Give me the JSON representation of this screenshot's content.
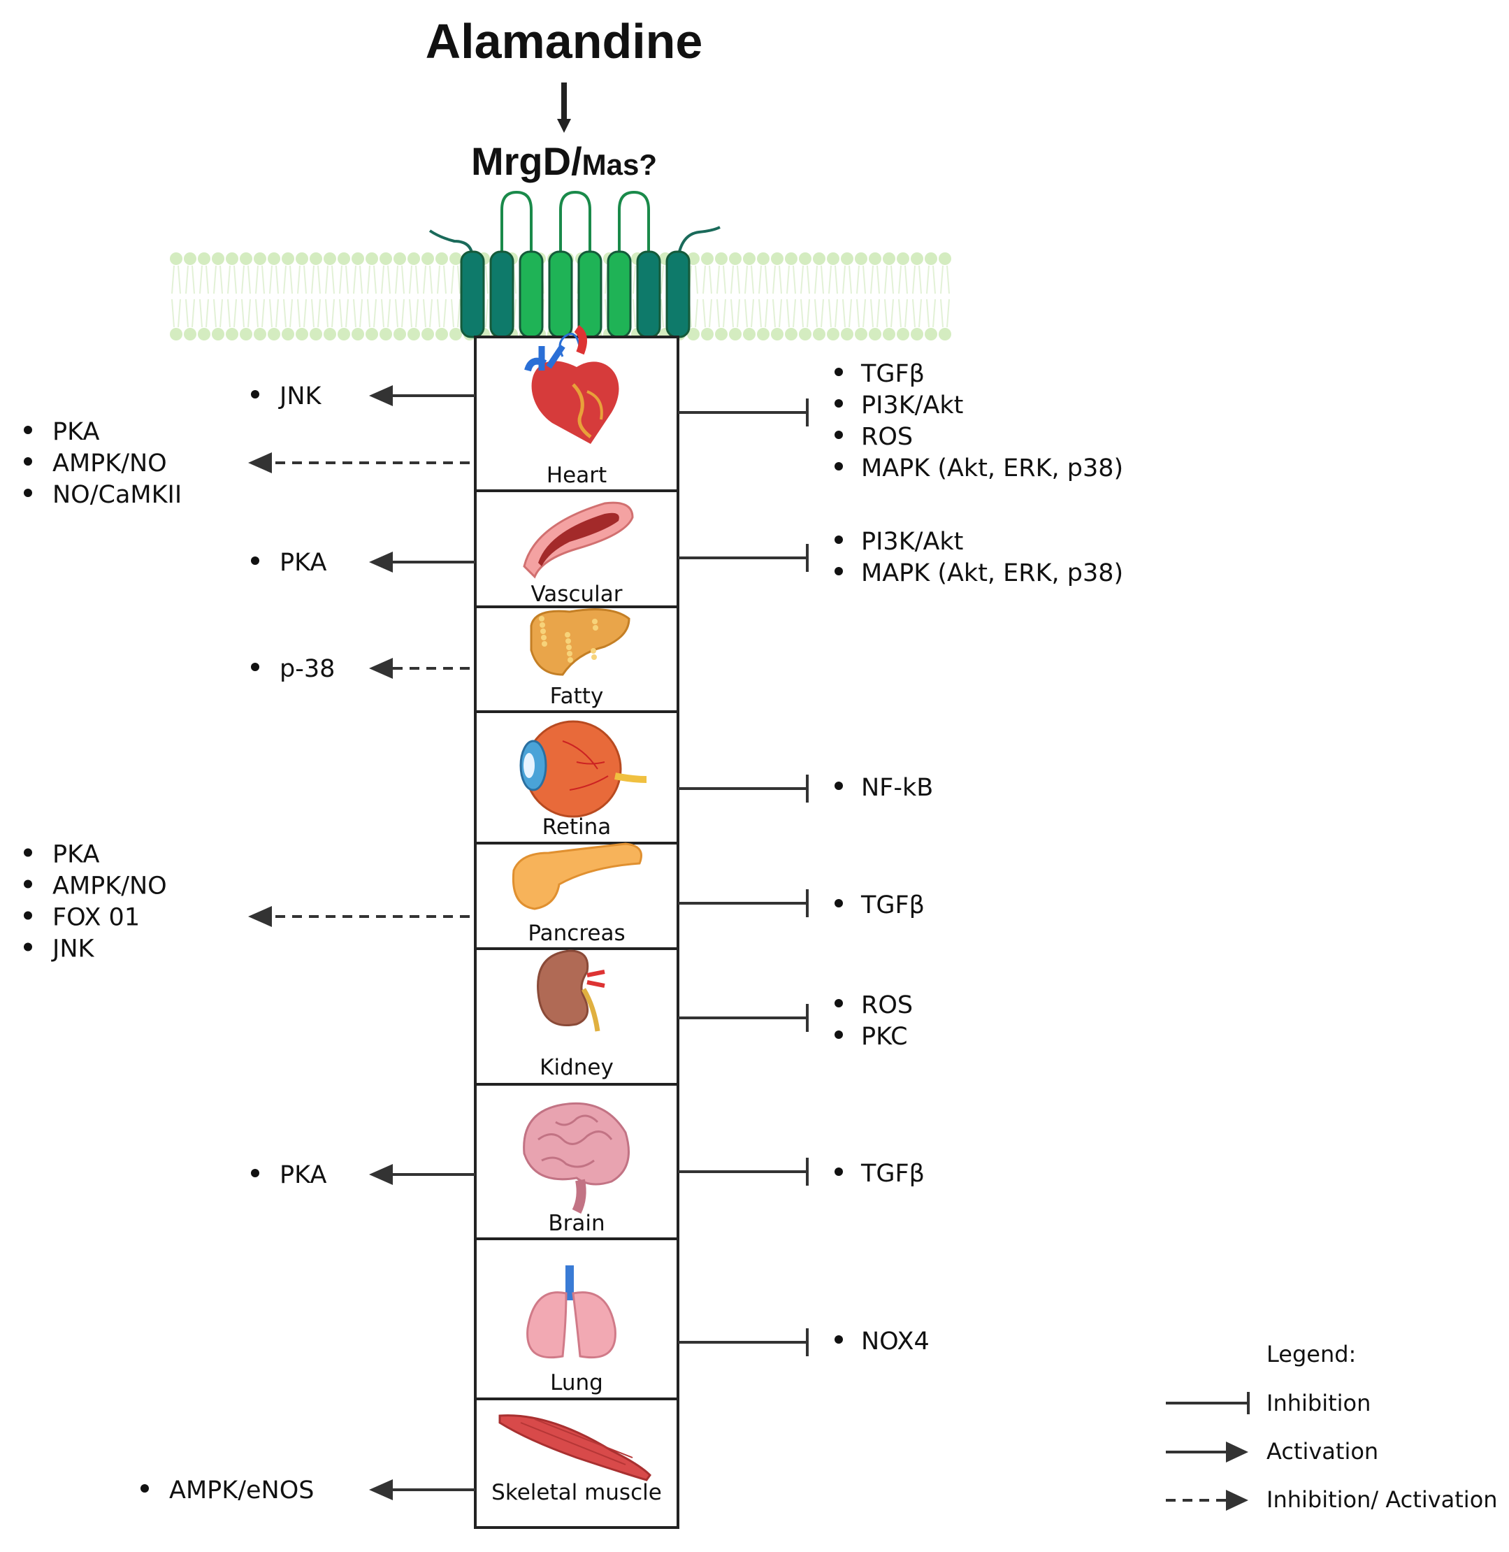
{
  "title": "Alamandine",
  "receptor": {
    "main": "MrgD/",
    "sub": "Mas?"
  },
  "organs": [
    {
      "id": "heart",
      "label": "Heart",
      "left": {
        "type": "activation",
        "items": [
          "JNK"
        ]
      },
      "left2": {
        "type": "inhibition_activation",
        "items": [
          "PKA",
          "AMPK/NO",
          "NO/CaMKII"
        ]
      },
      "right": {
        "type": "inhibition",
        "items": [
          "TGFβ",
          "PI3K/Akt",
          "ROS",
          "MAPK (Akt, ERK, p38)"
        ]
      }
    },
    {
      "id": "vascular",
      "label": "Vascular",
      "left": {
        "type": "activation",
        "items": [
          "PKA"
        ]
      },
      "right": {
        "type": "inhibition",
        "items": [
          "PI3K/Akt",
          "MAPK (Akt, ERK, p38)"
        ]
      }
    },
    {
      "id": "fatty",
      "label": "Fatty",
      "left": {
        "type": "inhibition_activation",
        "items": [
          "p-38"
        ]
      }
    },
    {
      "id": "retina",
      "label": "Retina",
      "right": {
        "type": "inhibition",
        "items": [
          "NF-kB"
        ]
      }
    },
    {
      "id": "pancreas",
      "label": "Pancreas",
      "left": {
        "type": "inhibition_activation",
        "items": [
          "PKA",
          "AMPK/NO",
          "FOX 01",
          "JNK"
        ]
      },
      "right": {
        "type": "inhibition",
        "items": [
          "TGFβ"
        ]
      }
    },
    {
      "id": "kidney",
      "label": "Kidney",
      "right": {
        "type": "inhibition",
        "items": [
          "ROS",
          "PKC"
        ]
      }
    },
    {
      "id": "brain",
      "label": "Brain",
      "left": {
        "type": "activation",
        "items": [
          "PKA"
        ]
      },
      "right": {
        "type": "inhibition",
        "items": [
          "TGFβ"
        ]
      }
    },
    {
      "id": "lung",
      "label": "Lung",
      "right": {
        "type": "inhibition",
        "items": [
          "NOX4"
        ]
      }
    },
    {
      "id": "skeletal-muscle",
      "label": "Skeletal muscle",
      "left": {
        "type": "activation",
        "items": [
          "AMPK/eNOS"
        ]
      }
    }
  ],
  "legend": {
    "title": "Legend:",
    "inhibition": "Inhibition",
    "activation": "Activation",
    "both": "Inhibition/ Activation"
  }
}
